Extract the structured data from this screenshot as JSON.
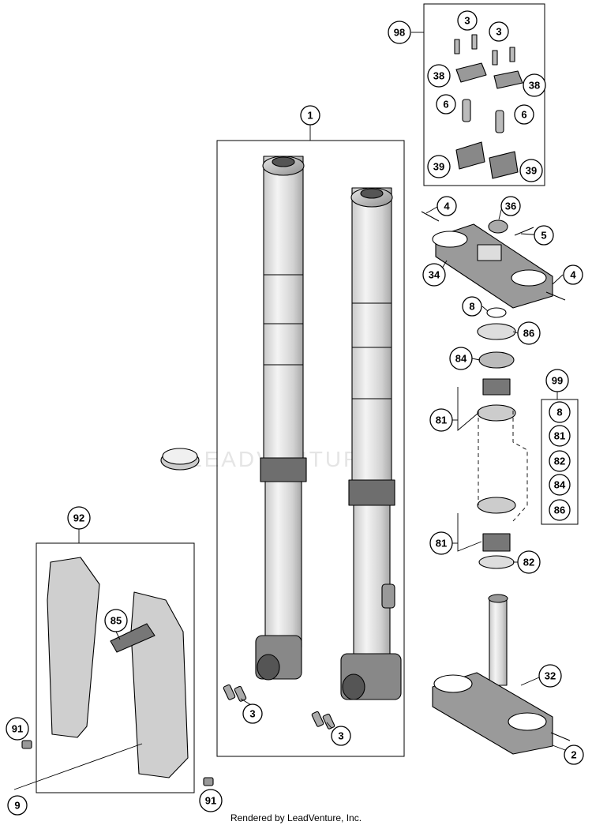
{
  "footer": "Rendered by LeadVenture, Inc.",
  "watermark": "LEADVENTURE",
  "callouts": {
    "c1": "1",
    "c2": "2",
    "c3_top_a": "3",
    "c3_top_b": "3",
    "c3_left": "3",
    "c3_right": "3",
    "c4_top": "4",
    "c4_right": "4",
    "c5": "5",
    "c6_left": "6",
    "c6_right": "6",
    "c8": "8",
    "c9": "9",
    "c32": "32",
    "c34": "34",
    "c36": "36",
    "c38_left": "38",
    "c38_right": "38",
    "c39_left": "39",
    "c39_right": "39",
    "c81_top": "81",
    "c81_bottom": "81",
    "c82": "82",
    "c84": "84",
    "c85": "85",
    "c86": "86",
    "c91_left": "91",
    "c91_bottom": "91",
    "c92": "92",
    "c98": "98",
    "c99": "99"
  },
  "kit99": [
    "8",
    "81",
    "82",
    "84",
    "86"
  ]
}
